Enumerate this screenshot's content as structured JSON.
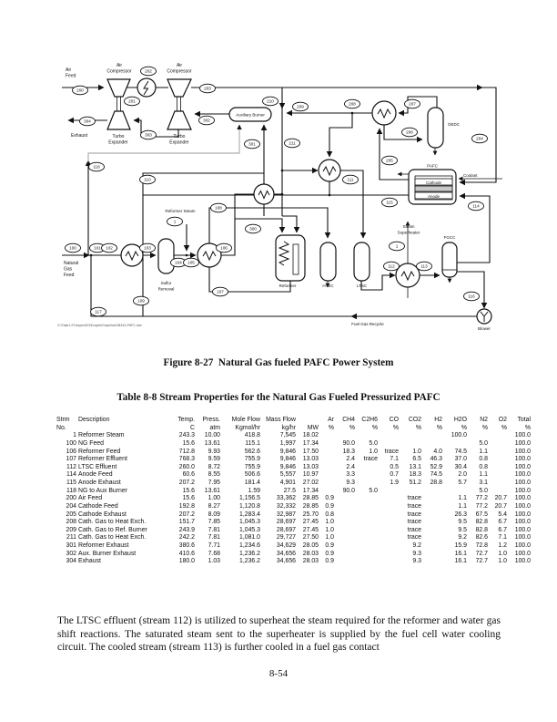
{
  "page": {
    "number": "8-54"
  },
  "figure": {
    "caption": "Figure 8-27  Natural Gas fueled PAFC Power System",
    "file_path": "G:\\Task1-97\\Aspen\\D33\\capltr\\Graphics\\DB343-PAFC.drw",
    "labels": {
      "air": "Air",
      "feed": "Feed",
      "compressor1_l1": "Air",
      "compressor1_l2": "Compressor",
      "compressor2_l1": "Air",
      "compressor2_l2": "Compressor",
      "expander1_l1": "Turbo",
      "expander1_l2": "Expander",
      "expander2_l1": "Turbo",
      "expander2_l2": "Expander",
      "exhaust": "Exhaust",
      "auxiliary_burner": "Auxiliary Burner",
      "oedc": "OEDC",
      "pafc": "PAFC",
      "cathode": "Cathode",
      "anode": "Anode",
      "coolant": "Coolant",
      "steam_sh_l1": "Steam",
      "steam_sh_l2": "Superheater",
      "fgcc": "FGCC",
      "ltsc": "LTSC",
      "htsc": "HTSC",
      "reformer": "Reformer",
      "reformer_steam": "Reformer Steam",
      "sulfur_l1": "Sulfur",
      "sulfur_l2": "Removal",
      "natgas_l1": "Natural",
      "natgas_l2": "Gas",
      "natgas_l3": "Feed",
      "fuel_gas_recycle": "Fuel Gas Recycle",
      "blower": "Blower"
    },
    "streams": {
      "s200": "200",
      "s201": "201",
      "s202": "202",
      "s203": "203",
      "s204": "204",
      "s205": "205",
      "s206": "206",
      "s207": "207",
      "s208": "208",
      "s209": "209",
      "s210": "210",
      "s211": "211",
      "s300": "300",
      "s301": "301",
      "s302": "302",
      "s303": "303",
      "s304": "304",
      "s100": "100",
      "s101": "101",
      "s102": "102",
      "s103": "103",
      "s104": "104",
      "s105": "105",
      "s106": "106",
      "s107": "107",
      "s108": "108",
      "s109": "109",
      "s110": "110",
      "s111": "111",
      "s112": "112",
      "s113": "113",
      "s114": "114",
      "s115": "115",
      "s116": "116",
      "s117": "117",
      "s118": "118",
      "s1a": "1",
      "s1b": "1"
    }
  },
  "table": {
    "caption": "Table 8-8 Stream Properties for the Natural Gas Fueled Pressurized PAFC",
    "headers": {
      "h_strm": "Strm",
      "h_no": "No.",
      "h_desc": "Description",
      "h_temp": "Temp.",
      "h_temp_u": "C",
      "h_press": "Press.",
      "h_press_u": "atm",
      "h_mole": "Mole Flow",
      "h_mole_u": "Kgmol/hr",
      "h_mass": "Mass Flow",
      "h_mass_u": "kg/hr",
      "h_mw": "MW",
      "h_ar": "Ar",
      "h_ch4": "CH4",
      "h_c2h6": "C2H6",
      "h_co": "CO",
      "h_co2": "CO2",
      "h_h2": "H2",
      "h_h2o": "H2O",
      "h_n2": "N2",
      "h_o2": "O2",
      "h_total": "Total",
      "h_pct": "%"
    },
    "rows": [
      {
        "no": "1",
        "desc": "Reformer Steam",
        "temp": "243.3",
        "press": "10.00",
        "mole": "418.8",
        "mass": "7,545",
        "mw": "18.02",
        "ar": "",
        "ch4": "",
        "c2h6": "",
        "co": "",
        "co2": "",
        "h2": "",
        "h2o": "100.0",
        "n2": "",
        "o2": "",
        "total": "100.0"
      },
      {
        "no": "100",
        "desc": "NG Feed",
        "temp": "15.6",
        "press": "13.61",
        "mole": "115.1",
        "mass": "1,997",
        "mw": "17.34",
        "ar": "",
        "ch4": "90.0",
        "c2h6": "5.0",
        "co": "",
        "co2": "",
        "h2": "",
        "h2o": "",
        "n2": "5.0",
        "o2": "",
        "total": "100.0"
      },
      {
        "no": "106",
        "desc": "Reformer Feed",
        "temp": "712.8",
        "press": "9.93",
        "mole": "562.6",
        "mass": "9,846",
        "mw": "17.50",
        "ar": "",
        "ch4": "18.3",
        "c2h6": "1.0",
        "co": "trace",
        "co2": "1.0",
        "h2": "4.0",
        "h2o": "74.5",
        "n2": "1.1",
        "o2": "",
        "total": "100.0"
      },
      {
        "no": "107",
        "desc": "Reformer Effluent",
        "temp": "768.3",
        "press": "9.59",
        "mole": "755.9",
        "mass": "9,846",
        "mw": "13.03",
        "ar": "",
        "ch4": "2.4",
        "c2h6": "trace",
        "co": "7.1",
        "co2": "6.5",
        "h2": "46.3",
        "h2o": "37.0",
        "n2": "0.8",
        "o2": "",
        "total": "100.0"
      },
      {
        "no": "112",
        "desc": "LTSC Effluent",
        "temp": "260.0",
        "press": "8.72",
        "mole": "755.9",
        "mass": "9,846",
        "mw": "13.03",
        "ar": "",
        "ch4": "2.4",
        "c2h6": "",
        "co": "0.5",
        "co2": "13.1",
        "h2": "52.9",
        "h2o": "30.4",
        "n2": "0.8",
        "o2": "",
        "total": "100.0"
      },
      {
        "no": "114",
        "desc": "Anode Feed",
        "temp": "60.6",
        "press": "8.55",
        "mole": "506.6",
        "mass": "5,557",
        "mw": "10.97",
        "ar": "",
        "ch4": "3.3",
        "c2h6": "",
        "co": "0.7",
        "co2": "18.3",
        "h2": "74.5",
        "h2o": "2.0",
        "n2": "1.1",
        "o2": "",
        "total": "100.0"
      },
      {
        "no": "115",
        "desc": "Anode Exhaust",
        "temp": "207.2",
        "press": "7.95",
        "mole": "181.4",
        "mass": "4,901",
        "mw": "27.02",
        "ar": "",
        "ch4": "9.3",
        "c2h6": "",
        "co": "1.9",
        "co2": "51.2",
        "h2": "28.8",
        "h2o": "5.7",
        "n2": "3.1",
        "o2": "",
        "total": "100.0"
      },
      {
        "no": "118",
        "desc": "NG to Aux Burner",
        "temp": "15.6",
        "press": "13.61",
        "mole": "1.59",
        "mass": "27.5",
        "mw": "17.34",
        "ar": "",
        "ch4": "90.0",
        "c2h6": "5.0",
        "co": "",
        "co2": "",
        "h2": "",
        "h2o": "",
        "n2": "5.0",
        "o2": "",
        "total": "100.0"
      },
      {
        "no": "200",
        "desc": "Air Feed",
        "temp": "15.6",
        "press": "1.00",
        "mole": "1,156.5",
        "mass": "33,362",
        "mw": "28.85",
        "ar": "0.9",
        "ch4": "",
        "c2h6": "",
        "co": "",
        "co2": "trace",
        "h2": "",
        "h2o": "1.1",
        "n2": "77.2",
        "o2": "20.7",
        "total": "100.0"
      },
      {
        "no": "204",
        "desc": "Cathode Feed",
        "temp": "192.8",
        "press": "8.27",
        "mole": "1,120.8",
        "mass": "32,332",
        "mw": "28.85",
        "ar": "0.9",
        "ch4": "",
        "c2h6": "",
        "co": "",
        "co2": "trace",
        "h2": "",
        "h2o": "1.1",
        "n2": "77.2",
        "o2": "20.7",
        "total": "100.0"
      },
      {
        "no": "205",
        "desc": "Cathode Exhaust",
        "temp": "207.2",
        "press": "8.09",
        "mole": "1,283.4",
        "mass": "32,987",
        "mw": "25.70",
        "ar": "0.8",
        "ch4": "",
        "c2h6": "",
        "co": "",
        "co2": "trace",
        "h2": "",
        "h2o": "26.3",
        "n2": "67.5",
        "o2": "5.4",
        "total": "100.0"
      },
      {
        "no": "208",
        "desc": "Cath. Gas to Heat Exch.",
        "temp": "151.7",
        "press": "7.85",
        "mole": "1,045.3",
        "mass": "28,697",
        "mw": "27.45",
        "ar": "1.0",
        "ch4": "",
        "c2h6": "",
        "co": "",
        "co2": "trace",
        "h2": "",
        "h2o": "9.5",
        "n2": "82.8",
        "o2": "6.7",
        "total": "100.0"
      },
      {
        "no": "209",
        "desc": "Cath. Gas to Ref. Burner",
        "temp": "243.9",
        "press": "7.81",
        "mole": "1,045.3",
        "mass": "28,697",
        "mw": "27.45",
        "ar": "1.0",
        "ch4": "",
        "c2h6": "",
        "co": "",
        "co2": "trace",
        "h2": "",
        "h2o": "9.5",
        "n2": "82.8",
        "o2": "6.7",
        "total": "100.0"
      },
      {
        "no": "211",
        "desc": "Cath. Gas to Heat Exch.",
        "temp": "242.2",
        "press": "7.81",
        "mole": "1,081.0",
        "mass": "29,727",
        "mw": "27.50",
        "ar": "1.0",
        "ch4": "",
        "c2h6": "",
        "co": "",
        "co2": "trace",
        "h2": "",
        "h2o": "9.2",
        "n2": "82.6",
        "o2": "7.1",
        "total": "100.0"
      },
      {
        "no": "301",
        "desc": "Reformer Exhaust",
        "temp": "380.6",
        "press": "7.71",
        "mole": "1,234.6",
        "mass": "34,629",
        "mw": "28.05",
        "ar": "0.9",
        "ch4": "",
        "c2h6": "",
        "co": "",
        "co2": "9.2",
        "h2": "",
        "h2o": "15.9",
        "n2": "72.8",
        "o2": "1.2",
        "total": "100.0"
      },
      {
        "no": "302",
        "desc": "Aux. Burner Exhaust",
        "temp": "410.6",
        "press": "7.68",
        "mole": "1,236.2",
        "mass": "34,656",
        "mw": "28.03",
        "ar": "0.9",
        "ch4": "",
        "c2h6": "",
        "co": "",
        "co2": "9.3",
        "h2": "",
        "h2o": "16.1",
        "n2": "72.7",
        "o2": "1.0",
        "total": "100.0"
      },
      {
        "no": "304",
        "desc": "Exhaust",
        "temp": "180.0",
        "press": "1.03",
        "mole": "1,236.2",
        "mass": "34,656",
        "mw": "28.03",
        "ar": "0.9",
        "ch4": "",
        "c2h6": "",
        "co": "",
        "co2": "9.3",
        "h2": "",
        "h2o": "16.1",
        "n2": "72.7",
        "o2": "1.0",
        "total": "100.0"
      }
    ]
  },
  "body": {
    "paragraph": "The LTSC effluent (stream 112) is utilized to superheat the steam required for the reformer and water gas shift reactions.  The saturated steam sent to the superheater is supplied by the fuel cell water cooling circuit.  The cooled stream (stream 113) is further cooled in a fuel gas contact"
  }
}
